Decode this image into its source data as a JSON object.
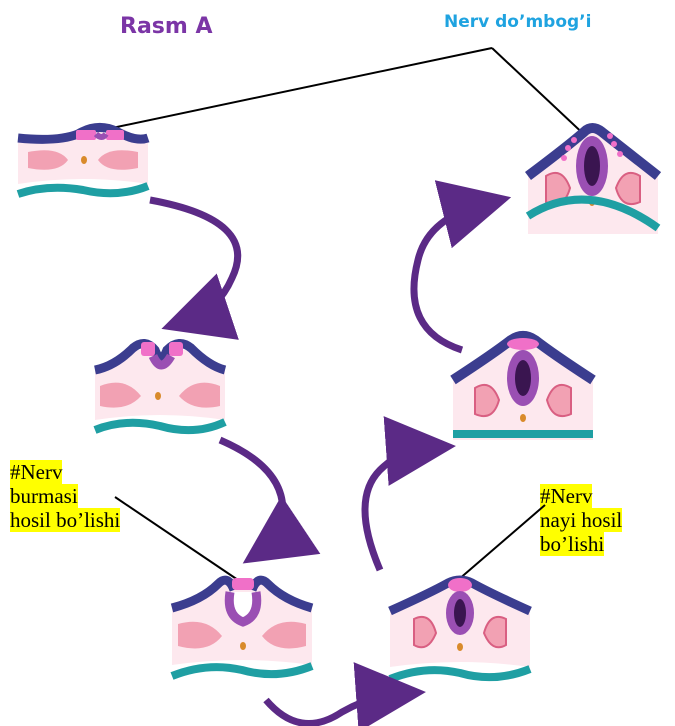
{
  "title_a": "Rasm A",
  "title_nerv": "Nerv do’mbog’i",
  "label_left": [
    "#Nerv",
    "burmasi",
    "hosil bo’lishi"
  ],
  "label_right": [
    "#Nerv",
    "nayi hosil",
    "bo’lishi"
  ],
  "colors": {
    "title_a": "#7b35a6",
    "title_nerv": "#1fa3e0",
    "highlight": "#ffff00",
    "ectoderm": "#3b3d8f",
    "neural_plate": "#f070c8",
    "neural_tube": "#9a4fb3",
    "notochord": "#d98a2b",
    "somite": "#f2a1b3",
    "endoderm": "#1f9fa3",
    "arrow": "#5b2a86"
  }
}
